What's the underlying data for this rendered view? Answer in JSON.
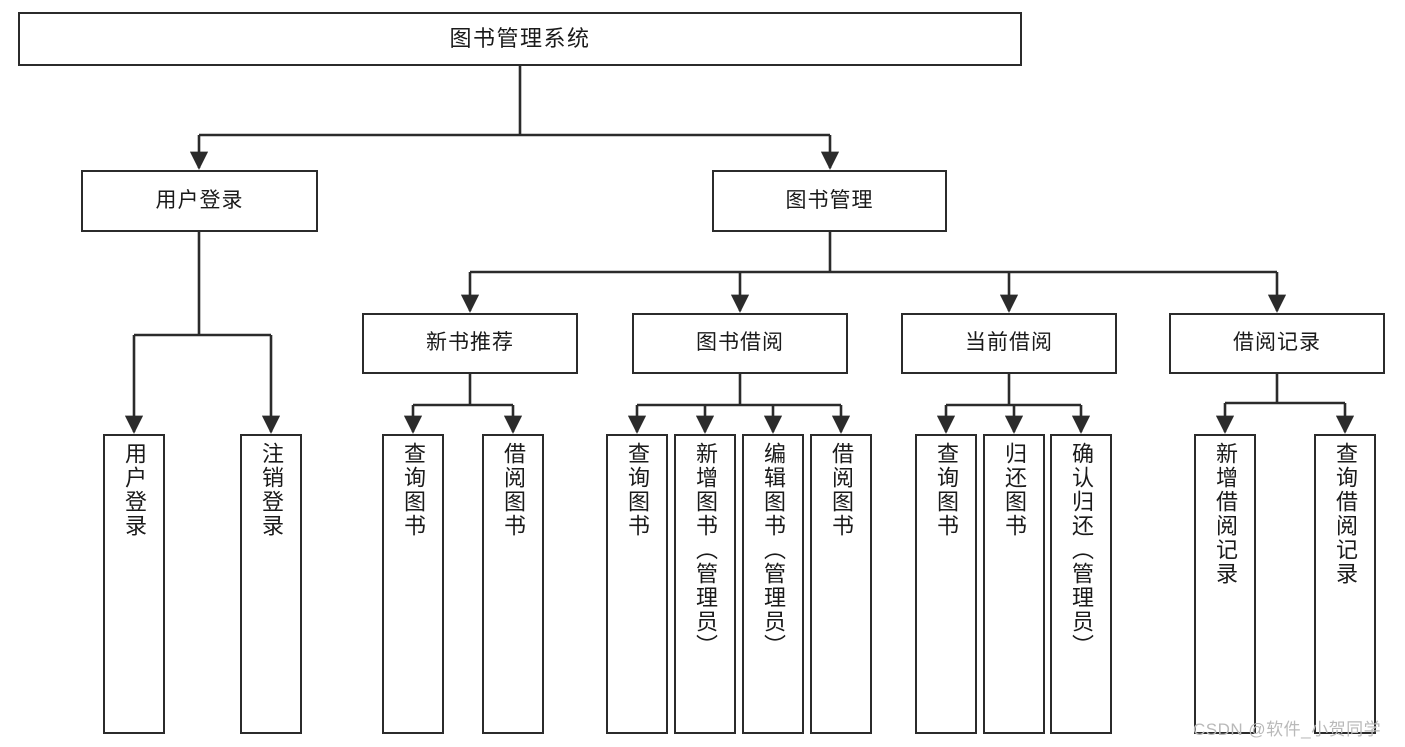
{
  "diagram": {
    "title": "图书管理系统",
    "type": "hierarchy-tree",
    "watermark": "CSDN @软件_小贺同学",
    "colors": {
      "box_border": "#2b2b2b",
      "box_fill": "#ffffff",
      "connector": "#2b2b2b",
      "text": "#1a1a1a",
      "watermark": "#b9b9b9",
      "background": "#ffffff"
    },
    "nodes": {
      "root": {
        "label": "图书管理系统"
      },
      "level2": [
        {
          "id": "user-login",
          "label": "用户登录"
        },
        {
          "id": "book-manage",
          "label": "图书管理"
        }
      ],
      "level3": [
        {
          "id": "new-book-recommend",
          "label": "新书推荐"
        },
        {
          "id": "book-borrow",
          "label": "图书借阅"
        },
        {
          "id": "current-borrow",
          "label": "当前借阅"
        },
        {
          "id": "borrow-record",
          "label": "借阅记录"
        }
      ],
      "leaves": {
        "user-login": [
          {
            "id": "login",
            "label": "用户登录"
          },
          {
            "id": "logout",
            "label": "注销登录"
          }
        ],
        "new-book-recommend": [
          {
            "id": "query-book-1",
            "label": "查询图书"
          },
          {
            "id": "borrow-book-1",
            "label": "借阅图书"
          }
        ],
        "book-borrow": [
          {
            "id": "query-book-2",
            "label": "查询图书"
          },
          {
            "id": "add-book",
            "label": "新增图书（管理员）"
          },
          {
            "id": "edit-book",
            "label": "编辑图书（管理员）"
          },
          {
            "id": "borrow-book-2",
            "label": "借阅图书"
          }
        ],
        "current-borrow": [
          {
            "id": "query-book-3",
            "label": "查询图书"
          },
          {
            "id": "return-book",
            "label": "归还图书"
          },
          {
            "id": "confirm-return",
            "label": "确认归还（管理员）"
          }
        ],
        "borrow-record": [
          {
            "id": "add-record",
            "label": "新增借阅记录"
          },
          {
            "id": "query-record",
            "label": "查询借阅记录"
          }
        ]
      }
    }
  }
}
